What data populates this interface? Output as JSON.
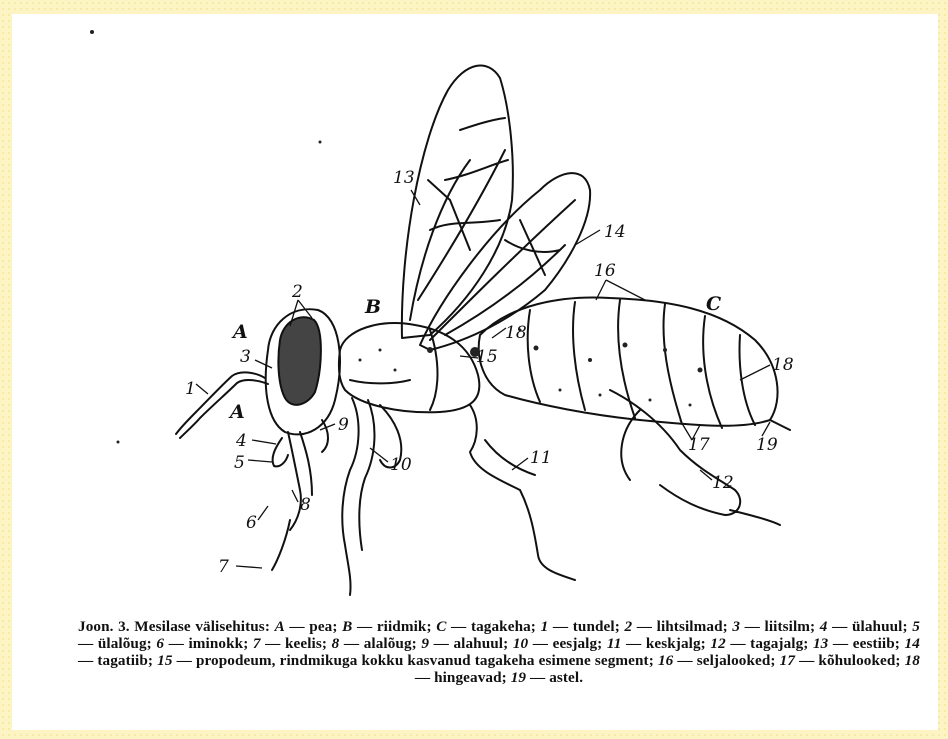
{
  "figure": {
    "labels": {
      "A": "A",
      "B": "B",
      "C": "C",
      "n1": "1",
      "n2": "2",
      "n3": "3",
      "n4": "4",
      "n5": "5",
      "n6": "6",
      "n7": "7",
      "n8": "8",
      "n9": "9",
      "n10": "10",
      "n11": "11",
      "n12": "12",
      "n13": "13",
      "n14": "14",
      "n15": "15",
      "n16": "16",
      "n17": "17",
      "n18": "18",
      "n19": "19"
    }
  },
  "caption": {
    "prefix": "Joon. 3. Mesilase välisehitus:",
    "items": [
      {
        "key": "A",
        "text": "pea"
      },
      {
        "key": "B",
        "text": "riidmik"
      },
      {
        "key": "C",
        "text": "tagakeha"
      },
      {
        "key": "1",
        "text": "tundel"
      },
      {
        "key": "2",
        "text": "lihtsilmad"
      },
      {
        "key": "3",
        "text": "liitsilm"
      },
      {
        "key": "4",
        "text": "ülahuul"
      },
      {
        "key": "5",
        "text": "ülalõug"
      },
      {
        "key": "6",
        "text": "iminokk"
      },
      {
        "key": "7",
        "text": "keelis"
      },
      {
        "key": "8",
        "text": "alalõug"
      },
      {
        "key": "9",
        "text": "alahuul"
      },
      {
        "key": "10",
        "text": "eesjalg"
      },
      {
        "key": "11",
        "text": "keskjalg"
      },
      {
        "key": "12",
        "text": "tagajalg"
      },
      {
        "key": "13",
        "text": "eestiib"
      },
      {
        "key": "14",
        "text": "tagatiib"
      },
      {
        "key": "15",
        "text": "propodeum, rindmikuga kokku kasvanud tagakeha esimene segment"
      },
      {
        "key": "16",
        "text": "seljalooked"
      },
      {
        "key": "17",
        "text": "kõhulooked"
      },
      {
        "key": "18",
        "text": "hingeavad"
      },
      {
        "key": "19",
        "text": "astel"
      }
    ],
    "dash": "—"
  }
}
